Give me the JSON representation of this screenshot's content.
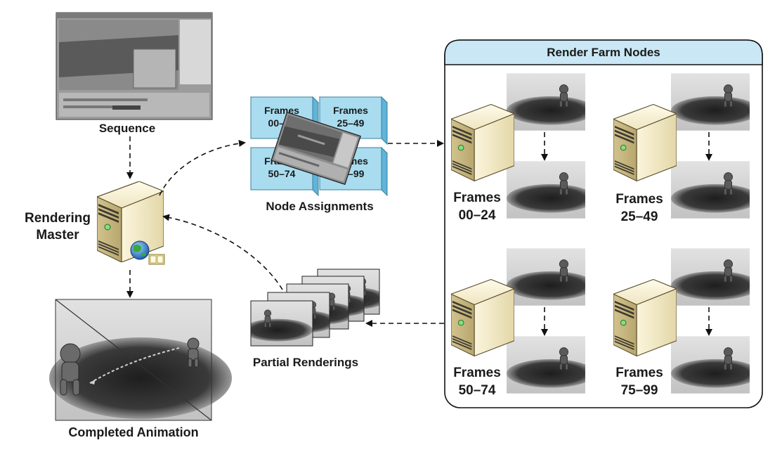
{
  "sequence": {
    "label": "Sequence"
  },
  "master": {
    "line1": "Rendering",
    "line2": "Master"
  },
  "completed": {
    "label": "Completed Animation"
  },
  "assignments": {
    "label": "Node Assignments",
    "blocks": [
      {
        "line1": "Frames",
        "line2": "00–24"
      },
      {
        "line1": "Frames",
        "line2": "25–49"
      },
      {
        "line1": "Frames",
        "line2": "50–74"
      },
      {
        "line1": "Frames",
        "line2": "75–99"
      }
    ]
  },
  "partial": {
    "label": "Partial Renderings"
  },
  "farm": {
    "title": "Render Farm Nodes",
    "nodes": [
      {
        "line1": "Frames",
        "line2": "00–24"
      },
      {
        "line1": "Frames",
        "line2": "25–49"
      },
      {
        "line1": "Frames",
        "line2": "50–74"
      },
      {
        "line1": "Frames",
        "line2": "75–99"
      }
    ]
  },
  "colors": {
    "block_fill": "#a9dcef",
    "farm_header": "#c9e7f4",
    "server_body": "#efe5c0",
    "render_bg": "#d5d5d5",
    "shadow": "#2a2a2a"
  },
  "icons": [
    "server-icon",
    "globe-icon",
    "folder-icon",
    "figure-icon"
  ]
}
